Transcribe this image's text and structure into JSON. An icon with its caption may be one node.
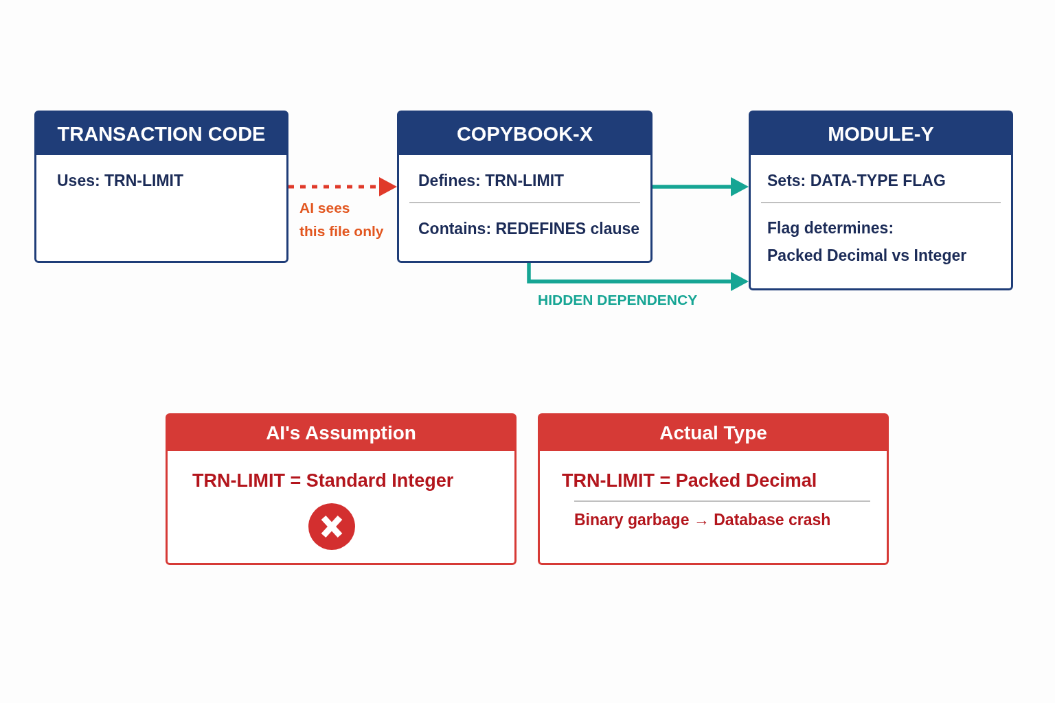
{
  "diagram": {
    "nodes": [
      {
        "text": [
          "TRANSACTION CODE",
          "Uses: TRN-LIMIT"
        ]
      },
      {
        "text": [
          "COPYBOOK-X",
          "Defines: TRN-LIMIT",
          "Contains: REDEFINES clause"
        ]
      },
      {
        "text": [
          "MODULE-Y",
          "Sets: DATA-TYPE FLAG",
          "Flag determines: Packed Decimal vs Integer"
        ]
      },
      {
        "text": [
          "AI's Assumption",
          "TRN-LIMIT = Standard Integer"
        ]
      },
      {
        "text": [
          "Actual Type",
          "TRN-LIMIT = Packed Decimal",
          "Binary garbage → Database crash"
        ]
      }
    ],
    "edges": [
      {
        "from": 0,
        "to": 1,
        "arrow": "to",
        "label": "AI sees this file only",
        "style": "dashed",
        "color": "#e03a2a"
      },
      {
        "from": 1,
        "to": 2,
        "arrow": "to"
      },
      {
        "from": 1,
        "to": 2,
        "arrow": "to",
        "label": "HIDDEN DEPENDENCY"
      }
    ]
  }
}
